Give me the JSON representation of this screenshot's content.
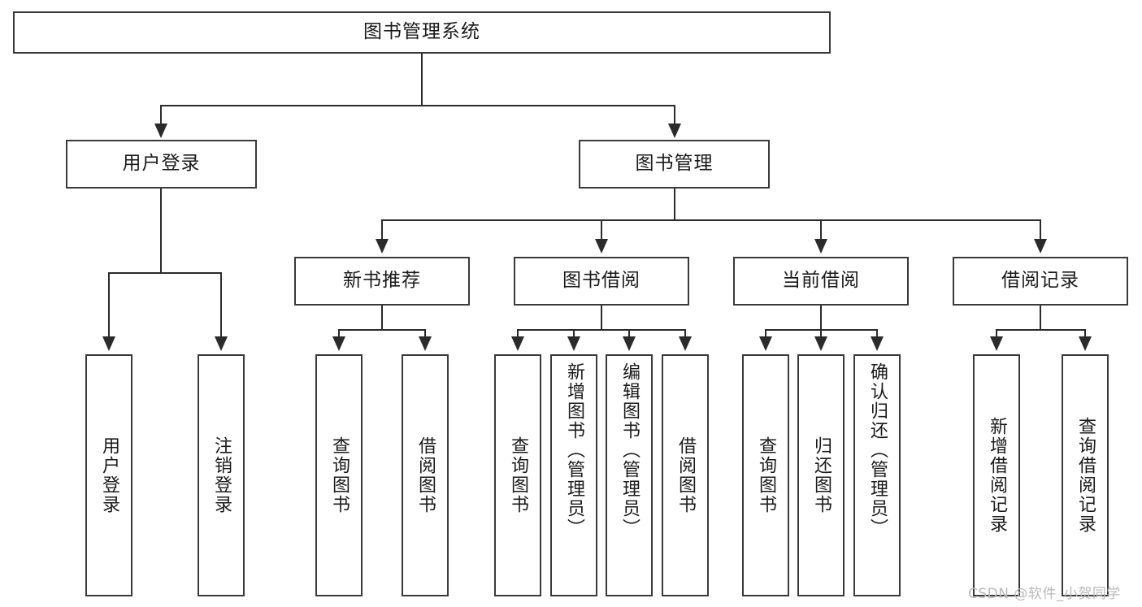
{
  "diagram": {
    "type": "tree-hierarchy",
    "title": "图书管理系统",
    "orientation": "top-down",
    "colors": {
      "box_border": "#3a3a3a",
      "connector": "#2b2b2b",
      "text": "#1a1a1a",
      "background": "#ffffff",
      "watermark": "#b9b9b9"
    },
    "root": {
      "label": "图书管理系统"
    },
    "level2": [
      {
        "label": "用户登录"
      },
      {
        "label": "图书管理"
      }
    ],
    "level3": [
      {
        "label": "新书推荐"
      },
      {
        "label": "图书借阅"
      },
      {
        "label": "当前借阅"
      },
      {
        "label": "借阅记录"
      }
    ],
    "leaves": {
      "user_login": [
        {
          "label": "用户登录"
        },
        {
          "label": "注销登录"
        }
      ],
      "new_book_recommend": [
        {
          "label": "查询图书"
        },
        {
          "label": "借阅图书"
        }
      ],
      "book_borrow": [
        {
          "label": "查询图书"
        },
        {
          "label": "新增图书（管理员）"
        },
        {
          "label": "编辑图书（管理员）"
        },
        {
          "label": "借阅图书"
        }
      ],
      "current_borrow": [
        {
          "label": "查询图书"
        },
        {
          "label": "归还图书"
        },
        {
          "label": "确认归还（管理员）"
        }
      ],
      "borrow_record": [
        {
          "label": "新增借阅记录"
        },
        {
          "label": "查询借阅记录"
        }
      ]
    },
    "watermark": "CSDN @软件_小贺同学"
  }
}
